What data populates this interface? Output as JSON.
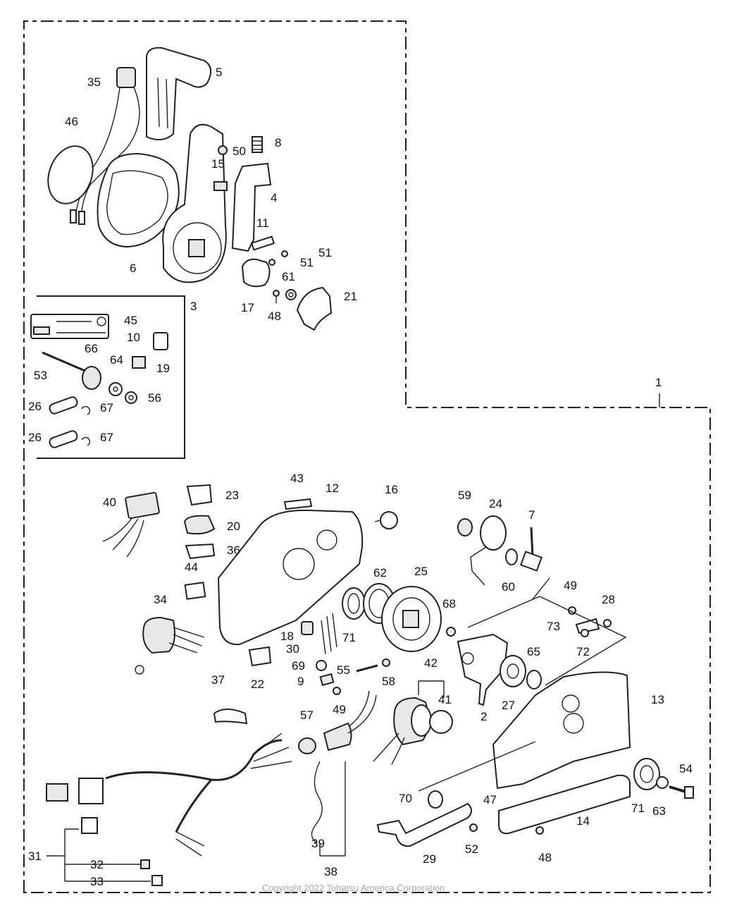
{
  "copyright": "Copyright 2022 Tohatsu America Corporation",
  "callouts": [
    {
      "id": "c5",
      "text": "5"
    },
    {
      "id": "c35",
      "text": "35"
    },
    {
      "id": "c46",
      "text": "46"
    },
    {
      "id": "c50",
      "text": "50"
    },
    {
      "id": "c8",
      "text": "8"
    },
    {
      "id": "c15",
      "text": "15"
    },
    {
      "id": "c4",
      "text": "4"
    },
    {
      "id": "c11",
      "text": "11"
    },
    {
      "id": "c51a",
      "text": "51"
    },
    {
      "id": "c51b",
      "text": "51"
    },
    {
      "id": "c61",
      "text": "61"
    },
    {
      "id": "c6",
      "text": "6"
    },
    {
      "id": "c21",
      "text": "21"
    },
    {
      "id": "c17",
      "text": "17"
    },
    {
      "id": "c48a",
      "text": "48"
    },
    {
      "id": "c3",
      "text": "3"
    },
    {
      "id": "c45",
      "text": "45"
    },
    {
      "id": "c10",
      "text": "10"
    },
    {
      "id": "c19",
      "text": "19"
    },
    {
      "id": "c66",
      "text": "66"
    },
    {
      "id": "c64",
      "text": "64"
    },
    {
      "id": "c53",
      "text": "53"
    },
    {
      "id": "c56",
      "text": "56"
    },
    {
      "id": "c26a",
      "text": "26"
    },
    {
      "id": "c67a",
      "text": "67"
    },
    {
      "id": "c26b",
      "text": "26"
    },
    {
      "id": "c67b",
      "text": "67"
    },
    {
      "id": "c1",
      "text": "1"
    },
    {
      "id": "c43",
      "text": "43"
    },
    {
      "id": "c12",
      "text": "12"
    },
    {
      "id": "c16",
      "text": "16"
    },
    {
      "id": "c59",
      "text": "59"
    },
    {
      "id": "c24",
      "text": "24"
    },
    {
      "id": "c7",
      "text": "7"
    },
    {
      "id": "c40",
      "text": "40"
    },
    {
      "id": "c23",
      "text": "23"
    },
    {
      "id": "c20",
      "text": "20"
    },
    {
      "id": "c36",
      "text": "36"
    },
    {
      "id": "c44",
      "text": "44"
    },
    {
      "id": "c62",
      "text": "62"
    },
    {
      "id": "c25",
      "text": "25"
    },
    {
      "id": "c60",
      "text": "60"
    },
    {
      "id": "c49a",
      "text": "49"
    },
    {
      "id": "c28",
      "text": "28"
    },
    {
      "id": "c68",
      "text": "68"
    },
    {
      "id": "c73",
      "text": "73"
    },
    {
      "id": "c72",
      "text": "72"
    },
    {
      "id": "c34",
      "text": "34"
    },
    {
      "id": "c18",
      "text": "18"
    },
    {
      "id": "c71a",
      "text": "71"
    },
    {
      "id": "c30",
      "text": "30"
    },
    {
      "id": "c65",
      "text": "65"
    },
    {
      "id": "c69",
      "text": "69"
    },
    {
      "id": "c55",
      "text": "55"
    },
    {
      "id": "c58",
      "text": "58"
    },
    {
      "id": "c42",
      "text": "42"
    },
    {
      "id": "c22",
      "text": "22"
    },
    {
      "id": "c9",
      "text": "9"
    },
    {
      "id": "c27",
      "text": "27"
    },
    {
      "id": "c13",
      "text": "13"
    },
    {
      "id": "c37",
      "text": "37"
    },
    {
      "id": "c49b",
      "text": "49"
    },
    {
      "id": "c41",
      "text": "41"
    },
    {
      "id": "c2",
      "text": "2"
    },
    {
      "id": "c57",
      "text": "57"
    },
    {
      "id": "c54",
      "text": "54"
    },
    {
      "id": "c70",
      "text": "70"
    },
    {
      "id": "c47",
      "text": "47"
    },
    {
      "id": "c71b",
      "text": "71"
    },
    {
      "id": "c63",
      "text": "63"
    },
    {
      "id": "c14",
      "text": "14"
    },
    {
      "id": "c52",
      "text": "52"
    },
    {
      "id": "c48b",
      "text": "48"
    },
    {
      "id": "c31",
      "text": "31"
    },
    {
      "id": "c32",
      "text": "32"
    },
    {
      "id": "c39",
      "text": "39"
    },
    {
      "id": "c29",
      "text": "29"
    },
    {
      "id": "c33",
      "text": "33"
    },
    {
      "id": "c38",
      "text": "38"
    }
  ]
}
